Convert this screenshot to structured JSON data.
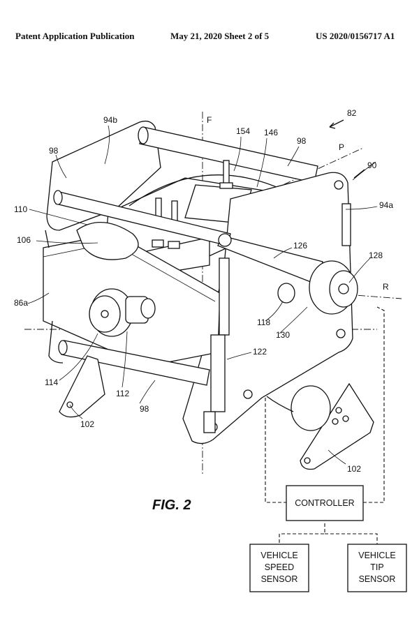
{
  "header": {
    "left": "Patent Application Publication",
    "middle": "May 21, 2020  Sheet 2 of 5",
    "right": "US 2020/0156717 A1"
  },
  "figure": {
    "caption": "FIG. 2",
    "axis_labels": {
      "F": "F",
      "P": "P",
      "R": "R"
    },
    "refs": {
      "r82": "82",
      "r94b": "94b",
      "r154": "154",
      "r146": "146",
      "r98_top": "98",
      "r98_left": "98",
      "r90": "90",
      "r94a": "94a",
      "r110": "110",
      "r106": "106",
      "r126": "126",
      "r128": "128",
      "r86a": "86a",
      "r118": "118",
      "r130": "130",
      "r122": "122",
      "r114": "114",
      "r112": "112",
      "r98_bottom": "98",
      "r102_left": "102",
      "r102_right": "102"
    },
    "boxes": {
      "controller": [
        "CONTROLLER"
      ],
      "speed_sensor": [
        "VEHICLE",
        "SPEED",
        "SENSOR"
      ],
      "tip_sensor": [
        "VEHICLE",
        "TIP",
        "SENSOR"
      ]
    }
  }
}
